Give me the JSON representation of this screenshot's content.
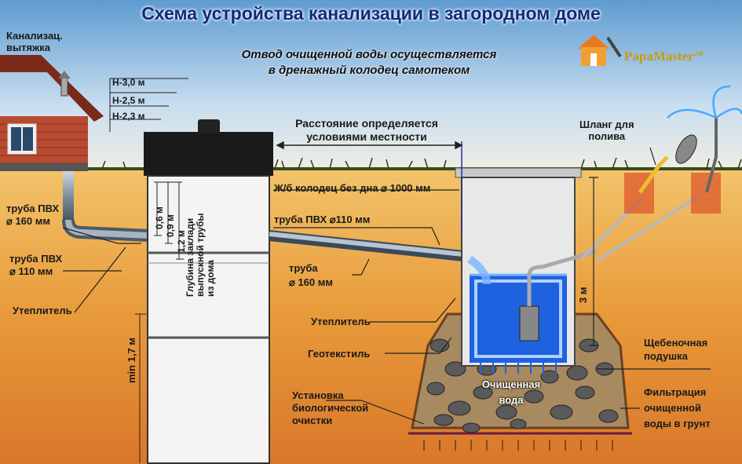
{
  "title": "Схема устройства канализации в загородном доме",
  "subtitle_line1": "Отвод очищенной воды осуществляется",
  "subtitle_line2": "в дренажный колодец самотеком",
  "logo": {
    "brand_part1": "Papa",
    "brand_part2": "Master",
    "domain": ".su"
  },
  "labels": {
    "vent": [
      "Канализац.",
      "вытяжка"
    ],
    "h30": "Н-3,0 м",
    "h25": "Н-2,5 м",
    "h23": "Н-2,3 м",
    "distance": [
      "Расстояние определяется",
      "условиями местности"
    ],
    "hose": [
      "Шланг для",
      "полива"
    ],
    "well": "Ж/б колодец без дна ⌀ 1000 мм",
    "pipe_110_top": "труба  ПВХ ⌀110 мм",
    "pipe_pvc_160": [
      "труба ПВХ",
      "⌀ 160 мм"
    ],
    "pipe_pvc_110": [
      "труба ПВХ",
      "⌀ 110 мм"
    ],
    "pipe_160": [
      "труба",
      "⌀ 160 мм"
    ],
    "insulation_left": "Утеплитель",
    "insulation_right": "Утеплитель",
    "geotextile": "Геотекстиль",
    "gravel_cushion": [
      "Щебеночная",
      "подушка"
    ],
    "filtration": [
      "Фильтрация",
      "очищенной",
      "воды в грунт"
    ],
    "bio_unit": [
      "Установка",
      "биологической",
      "очистки"
    ],
    "purified_water": [
      "Очищенная",
      "вода"
    ],
    "dim_06": "0,6 м",
    "dim_09": "0,9 м",
    "dim_12": "1,2 м",
    "pipe_depth": [
      "Глубина заклади",
      "выпускной трубы",
      "из дома"
    ],
    "min_17": "min 1,7 м",
    "well_3m": "3 м"
  },
  "colors": {
    "title": "#142a78",
    "sky_top": "#6fa8d8",
    "soil": "#e8a040",
    "water_blue": "#1a5ed8",
    "logo_gold": "#c99a10"
  }
}
